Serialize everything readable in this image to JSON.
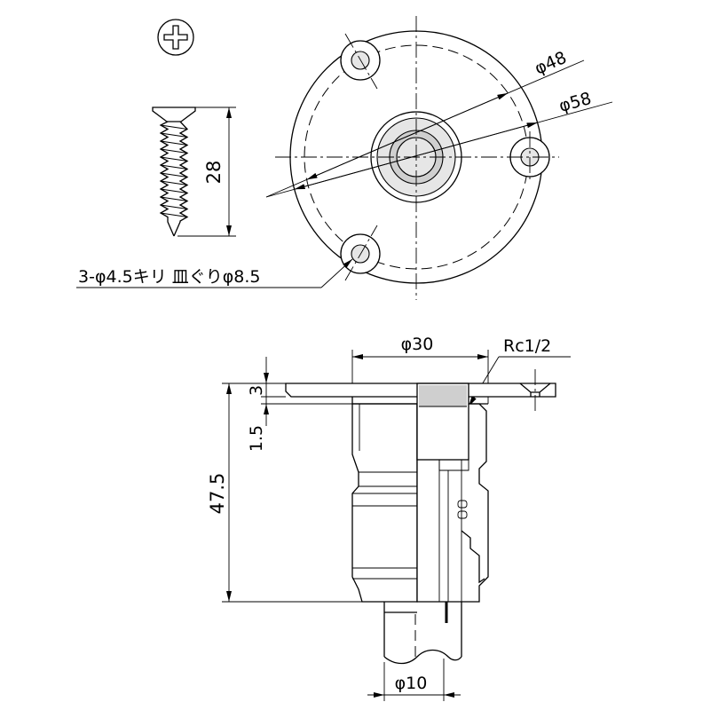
{
  "top_view": {
    "bolt_circle_label": "φ48",
    "flange_diameter_label": "φ58",
    "hole_note": "3-φ4.5キリ 皿ぐりφ8.5"
  },
  "screw": {
    "length_label": "28"
  },
  "side_view": {
    "body_diameter_label": "φ30",
    "thread_label": "Rc1/2",
    "flange_thickness_label": "3",
    "step_label": "1.5",
    "height_label": "47.5",
    "tube_diameter_label": "φ10"
  },
  "icons": {
    "screw_drive": "phillips-head-icon"
  },
  "colors": {
    "line": "#000000",
    "shade_light": "#e6e6e6",
    "shade_mid": "#cfcfcf",
    "background": "#ffffff"
  }
}
